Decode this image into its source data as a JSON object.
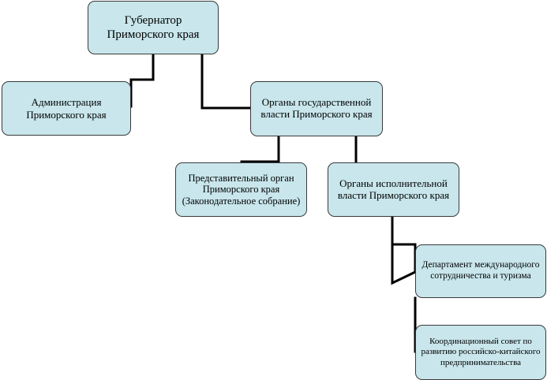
{
  "diagram": {
    "nodes": {
      "governor": "Губернатор Приморского края",
      "administration": "Администрация Приморского края",
      "state_bodies": "Органы государственной власти Приморского края",
      "representative": "Представительный орган Приморского края (Законодательное собрание)",
      "executive": "Органы исполнительной власти Приморского края",
      "department": "Департамент международного сотрудничества и туризма",
      "council": "Координационный совет по развитию российско-китайского предпринимательства"
    },
    "colors": {
      "node_fill": "#c8e6ec",
      "node_border": "#3a3a3a",
      "connector": "#000000"
    }
  }
}
